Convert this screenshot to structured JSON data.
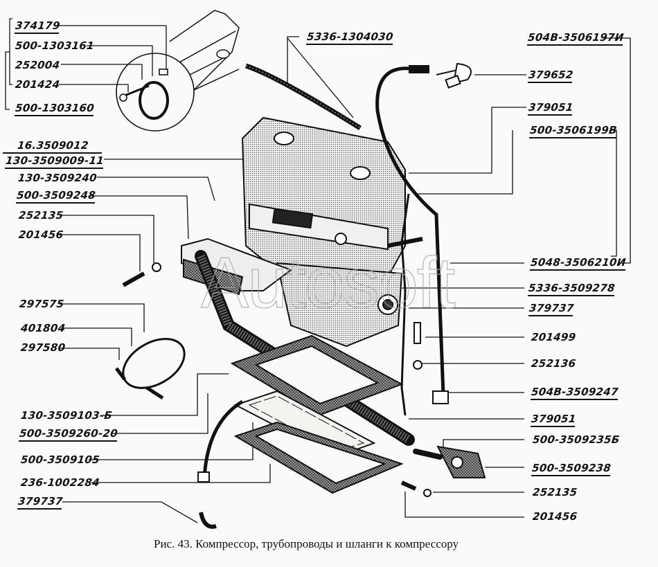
{
  "figure": {
    "caption": "Рис. 43. Компрессор, трубопроводы и шланги к компрессору",
    "watermark": "Autosoft"
  },
  "labels_left": [
    {
      "id": "374179",
      "text": "374179",
      "underlined": true
    },
    {
      "id": "500-1303161",
      "text": "500-1303161",
      "underlined": false
    },
    {
      "id": "252004",
      "text": "252004",
      "underlined": false
    },
    {
      "id": "201424",
      "text": "201424",
      "underlined": false
    },
    {
      "id": "500-1303160",
      "text": "500-1303160",
      "underlined": true
    },
    {
      "id": "16.3509012",
      "text": "16.3509012",
      "underlined": true
    },
    {
      "id": "130-3509009-11",
      "text": "130-3509009-11",
      "underlined": true
    },
    {
      "id": "130-3509240",
      "text": "130-3509240",
      "underlined": false
    },
    {
      "id": "500-3509248",
      "text": "500-3509248",
      "underlined": true
    },
    {
      "id": "252135a",
      "text": "252135",
      "underlined": false
    },
    {
      "id": "201456a",
      "text": "201456",
      "underlined": false
    },
    {
      "id": "297575",
      "text": "297575",
      "underlined": false
    },
    {
      "id": "401804",
      "text": "401804",
      "underlined": false
    },
    {
      "id": "297580",
      "text": "297580",
      "underlined": false
    },
    {
      "id": "130-3509103-B",
      "text": "130-3509103-Б",
      "underlined": false
    },
    {
      "id": "500-3509260-20",
      "text": "500-3509260-20",
      "underlined": true
    },
    {
      "id": "500-3509105",
      "text": "500-3509105",
      "underlined": false
    },
    {
      "id": "236-1002284",
      "text": "236-1002284",
      "underlined": false
    },
    {
      "id": "379737a",
      "text": "379737",
      "underlined": true
    }
  ],
  "labels_top": [
    {
      "id": "5336-1304030",
      "text": "5336-1304030",
      "underlined": true
    }
  ],
  "labels_right": [
    {
      "id": "5048-3506197I",
      "text": "504В-3506197И",
      "underlined": true
    },
    {
      "id": "379652",
      "text": "379652",
      "underlined": true
    },
    {
      "id": "379051a",
      "text": "379051",
      "underlined": true
    },
    {
      "id": "500-3506199B",
      "text": "500-3506199В",
      "underlined": true
    },
    {
      "id": "5048-3506210I",
      "text": "5048-3506210И",
      "underlined": true
    },
    {
      "id": "5336-3509278",
      "text": "5336-3509278",
      "underlined": true
    },
    {
      "id": "379737b",
      "text": "379737",
      "underlined": true
    },
    {
      "id": "201499",
      "text": "201499",
      "underlined": false
    },
    {
      "id": "252136",
      "text": "252136",
      "underlined": false
    },
    {
      "id": "504B-3509247",
      "text": "504В-3509247",
      "underlined": true
    },
    {
      "id": "379051b",
      "text": "379051",
      "underlined": true
    },
    {
      "id": "500-3509235B",
      "text": "500-3509235Б",
      "underlined": false
    },
    {
      "id": "500-3509238",
      "text": "500-3509238",
      "underlined": true
    },
    {
      "id": "252135b",
      "text": "252135",
      "underlined": false
    },
    {
      "id": "201456b",
      "text": "201456",
      "underlined": false
    }
  ]
}
